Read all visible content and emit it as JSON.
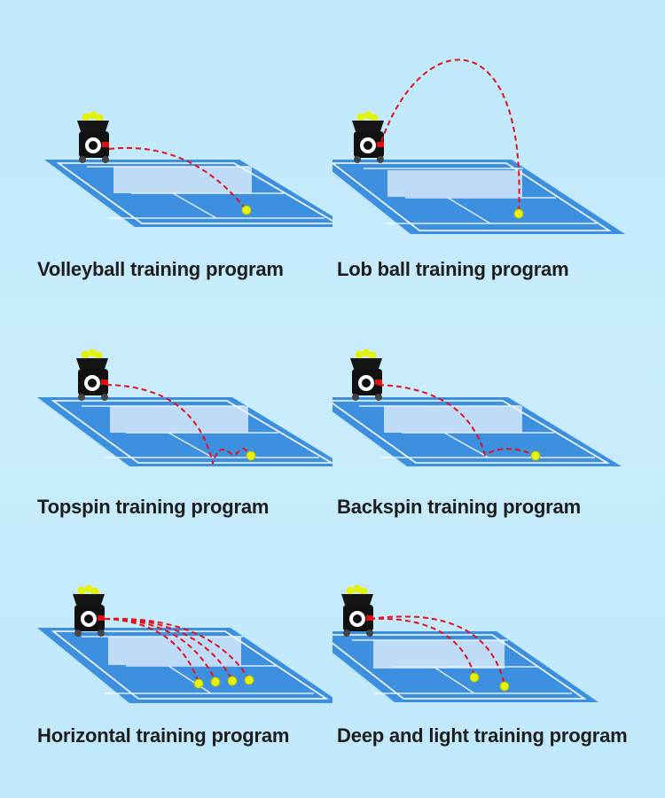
{
  "programs": [
    {
      "label": "Volleyball training program"
    },
    {
      "label": "Lob ball training program"
    },
    {
      "label": "Topspin training program"
    },
    {
      "label": "Backspin training program"
    },
    {
      "label": "Horizontal training program"
    },
    {
      "label": "Deep and light training program"
    }
  ],
  "colors": {
    "background": "#c4ebfb",
    "court": "#3d8fe0",
    "court_lines": "#ffffff",
    "net": "#e9f6ff",
    "trajectory": "#e3121b",
    "ball": "#e4f00e",
    "machine": "#111111"
  },
  "icons": {
    "machine": "tennis-ball-machine-icon",
    "ball": "tennis-ball-icon"
  }
}
